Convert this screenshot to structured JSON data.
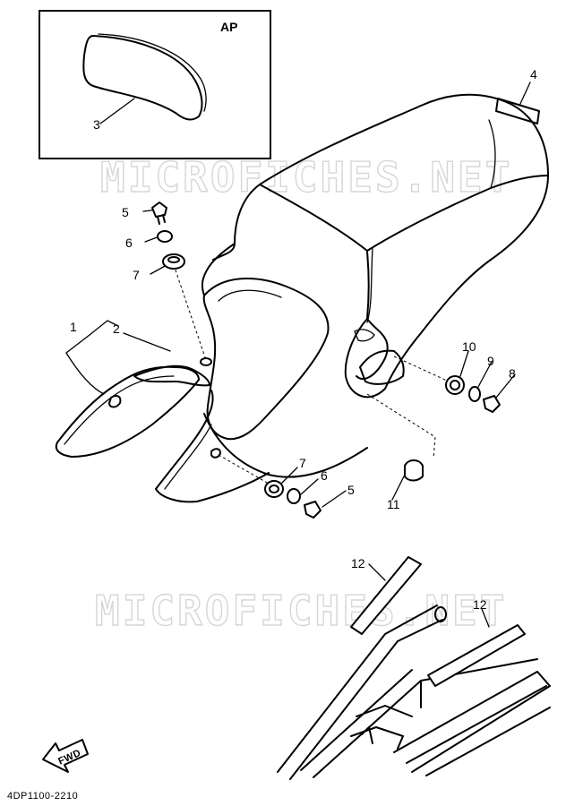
{
  "inset": {
    "title": "AP"
  },
  "watermark": {
    "text": "MICROFICHES.NET"
  },
  "callouts": [
    {
      "id": "c1",
      "text": "1"
    },
    {
      "id": "c2",
      "text": "2"
    },
    {
      "id": "c3",
      "text": "3"
    },
    {
      "id": "c4",
      "text": "4"
    },
    {
      "id": "c5a",
      "text": "5"
    },
    {
      "id": "c6a",
      "text": "6"
    },
    {
      "id": "c7a",
      "text": "7"
    },
    {
      "id": "c10",
      "text": "10"
    },
    {
      "id": "c9",
      "text": "9"
    },
    {
      "id": "c8",
      "text": "8"
    },
    {
      "id": "c7b",
      "text": "7"
    },
    {
      "id": "c6b",
      "text": "6"
    },
    {
      "id": "c5b",
      "text": "5"
    },
    {
      "id": "c11",
      "text": "11"
    },
    {
      "id": "c12a",
      "text": "12"
    },
    {
      "id": "c12b",
      "text": "12"
    }
  ],
  "fwd": {
    "text": "FWD"
  },
  "diagram_code": "4DP1100-2210"
}
